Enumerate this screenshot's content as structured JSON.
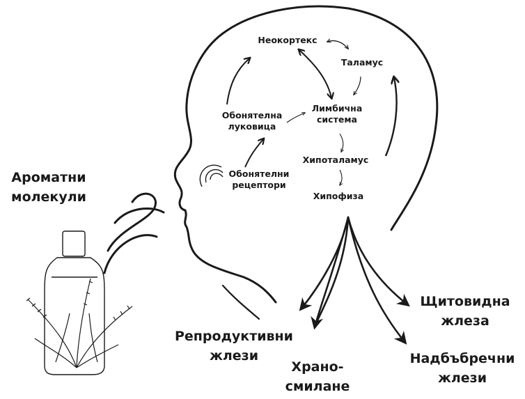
{
  "labels": {
    "aroma": "Ароматни\nмолекули",
    "neocortex": "Неокортекс",
    "thalamus": "Таламус",
    "olf_bulb": "Обонятелна\nлуковица",
    "limbic": "Лимбична\nсистема",
    "olf_receptors": "Обонятелни\nрецептори",
    "hypothalamus": "Хипоталамус",
    "pituitary": "Хипофиза",
    "thyroid": "Щитовидна\nжлеза",
    "reproductive": "Репродуктивни\nжлези",
    "digestion": "Храно-\nсмилане",
    "adrenal": "Надбъбречни\nжлези"
  },
  "colors": {
    "ink": "#1a1a1a",
    "background": "#ffffff"
  }
}
